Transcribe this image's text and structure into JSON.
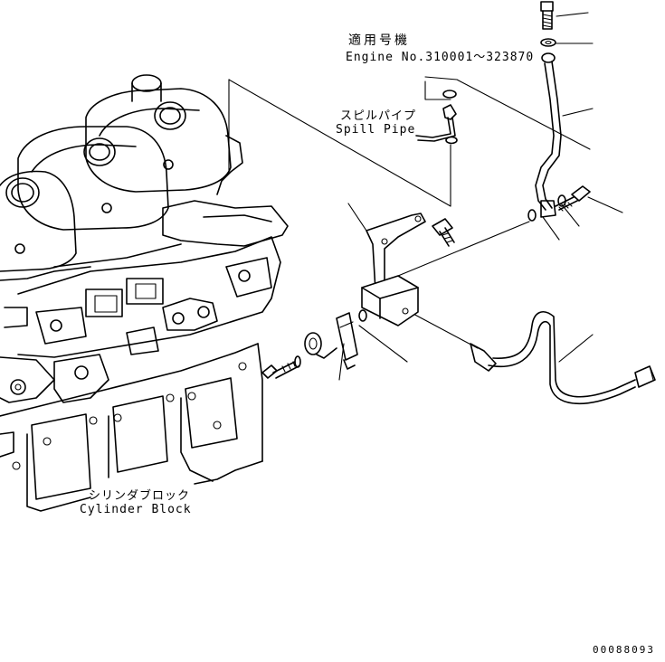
{
  "labels": {
    "applicable_jp": "適用号機",
    "engine_no": "Engine No.310001～323870",
    "spill_pipe_jp": "スピルパイプ",
    "spill_pipe_en": "Spill Pipe",
    "cylinder_block_jp": "シリンダブロック",
    "cylinder_block_en": "Cylinder Block",
    "drawing_no": "00088093"
  },
  "colors": {
    "line": "#000000",
    "background": "#ffffff"
  }
}
